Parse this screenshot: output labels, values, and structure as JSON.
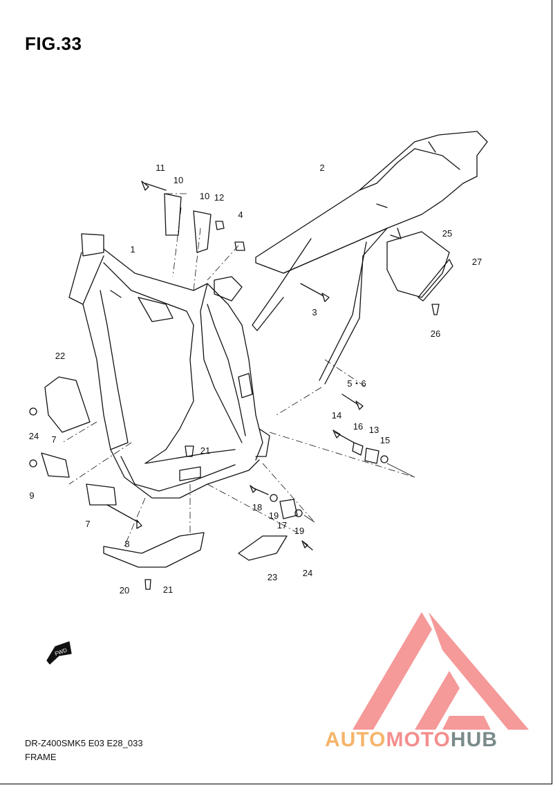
{
  "figure": {
    "title": "FIG.33"
  },
  "footer": {
    "model_code": "DR-Z400SMK5 E03 E28_033",
    "section_name": "FRAME"
  },
  "brand": {
    "part1": "AUTO",
    "part2": "MOTO",
    "part3": "HUB"
  },
  "fwd_arrow": {
    "label": "FWD"
  },
  "colors": {
    "line": "#111111",
    "logo_red": "#f48e8e",
    "logo_orange": "#f5b46a",
    "logo_gray": "#7a8a8a"
  },
  "callouts": {
    "c1": "1",
    "c2": "2",
    "c3": "3",
    "c4": "4",
    "c5_6": "5・6",
    "c7a": "7",
    "c7b": "7",
    "c8": "8",
    "c9": "9",
    "c10a": "10",
    "c10b": "10",
    "c11": "11",
    "c12": "12",
    "c13": "13",
    "c14": "14",
    "c15": "15",
    "c16": "16",
    "c17": "17",
    "c18": "18",
    "c19a": "19",
    "c19b": "19",
    "c20": "20",
    "c21a": "21",
    "c21b": "21",
    "c22": "22",
    "c23": "23",
    "c24a": "24",
    "c24b": "24",
    "c25": "25",
    "c26": "26",
    "c27": "27"
  }
}
